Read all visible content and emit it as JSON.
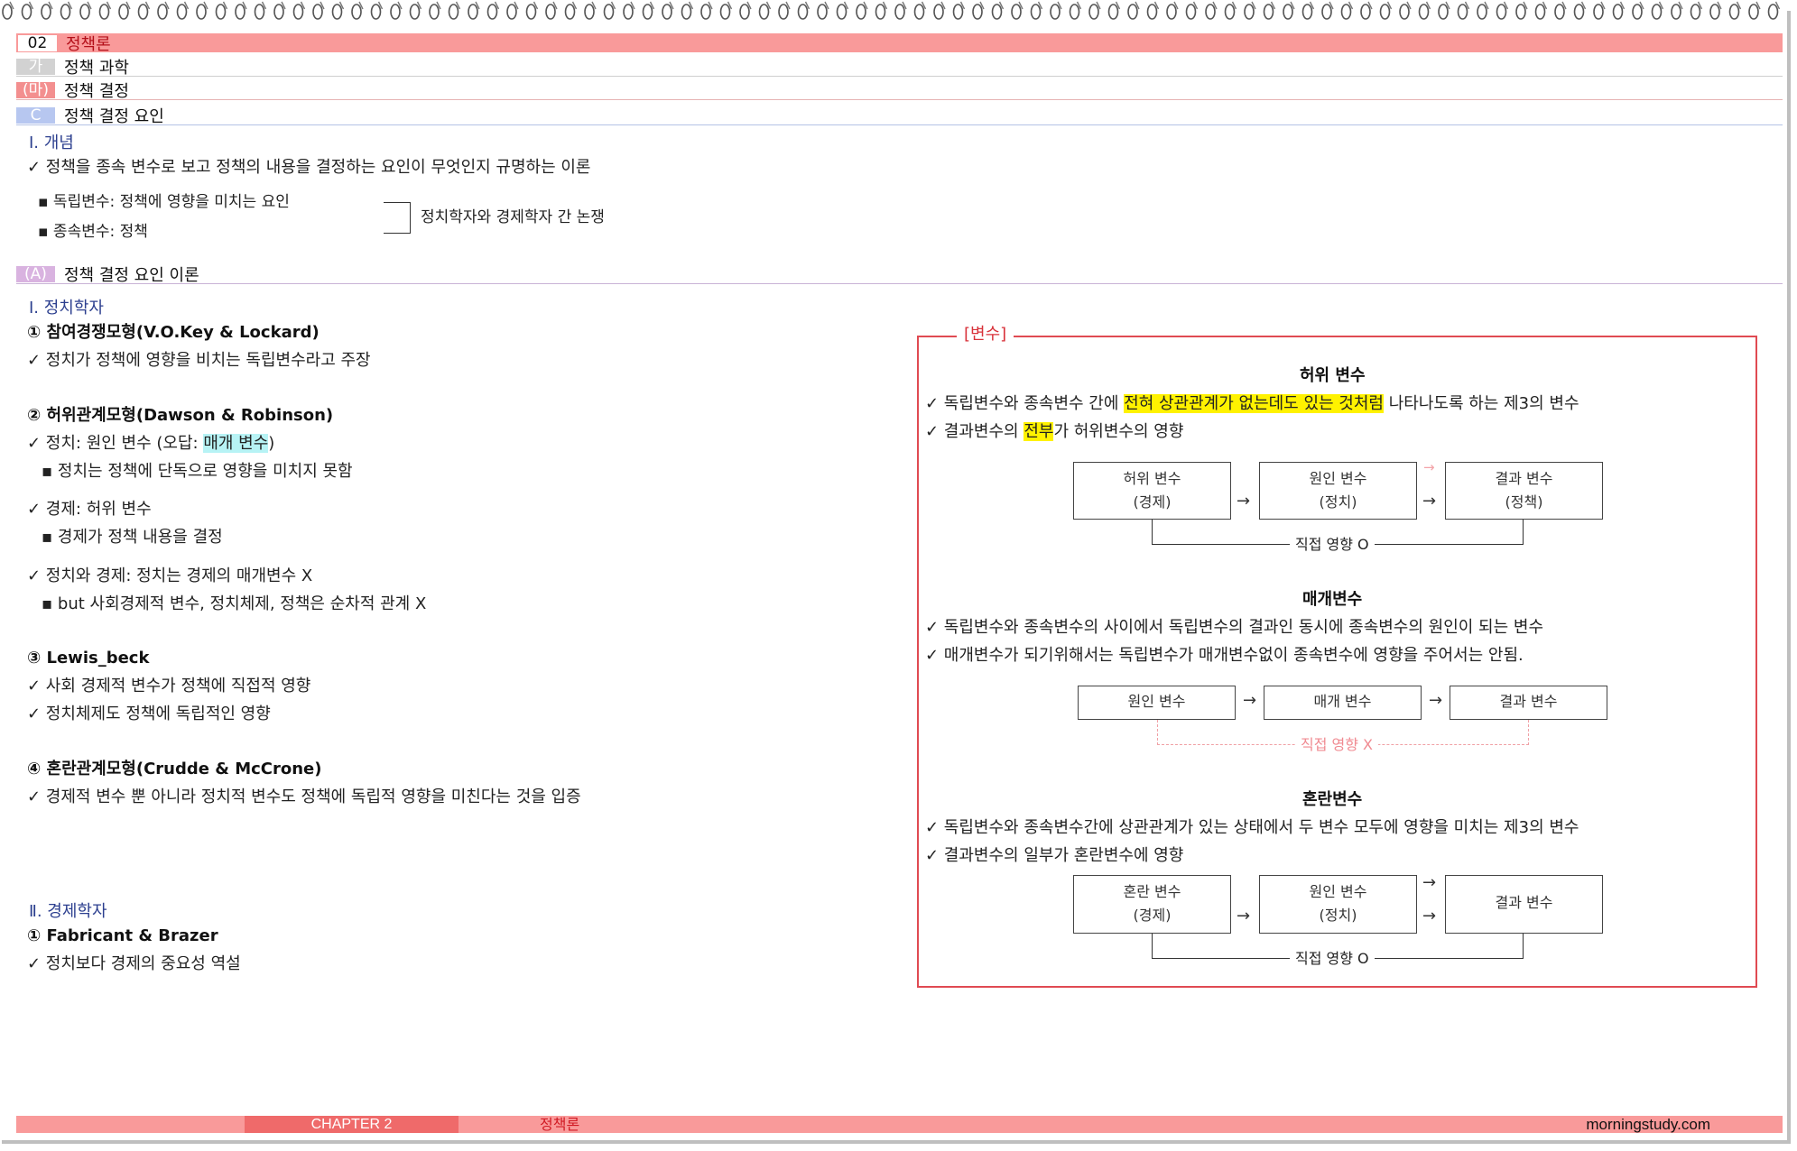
{
  "header": {
    "chapter_badge": "02",
    "chapter_title": "정책론",
    "level1_badge": "가",
    "level1_title": "정책 과학",
    "level2_badge": "(마)",
    "level2_title": "정책 결정",
    "level3_badge": "C",
    "level3_title": "정책 결정 요인",
    "level4_badge": "(A)",
    "level4_title": "정책 결정 요인 이론"
  },
  "concept": {
    "heading": "Ⅰ. 개념",
    "check1": "✓ 정책을 종속 변수로 보고 정책의 내용을 결정하는 요인이 무엇인지 규명하는 이론",
    "bullet1": "▪ 독립변수: 정책에 영향을 미치는 요인",
    "bullet2": "▪ 종속변수: 정책",
    "bracket_note": "정치학자와 경제학자 간 논쟁"
  },
  "political": {
    "heading": "Ⅰ. 정치학자",
    "m1_title": "① 참여경쟁모형(V.O.Key & Lockard)",
    "m1_c1": "✓ 정치가 정책에 영향을 비치는 독립변수라고 주장",
    "m2_title": "② 허위관계모형(Dawson & Robinson)",
    "m2_c1_pre": "✓ 정치: 원인 변수 (오답: ",
    "m2_c1_hl": "매개 변수",
    "m2_c1_post": ")",
    "m2_b1": "▪ 정치는 정책에 단독으로 영향을 미치지 못함",
    "m2_c2": "✓ 경제: 허위 변수",
    "m2_b2": "▪ 경제가 정책 내용을 결정",
    "m2_c3": "✓ 정치와 경제: 정치는 경제의 매개변수 X",
    "m2_b3": "▪ but 사회경제적 변수, 정치체제, 정책은 순차적 관계 X",
    "m3_title": "③ Lewis_beck",
    "m3_c1": "✓ 사회 경제적 변수가 정책에 직접적 영향",
    "m3_c2": "✓ 정치체제도 정책에 독립적인 영향",
    "m4_title": "④ 혼란관계모형(Crudde & McCrone)",
    "m4_c1": "✓ 경제적 변수 뿐 아니라 정치적 변수도 정책에 독립적 영향을 미친다는 것을 입증"
  },
  "economic": {
    "heading": "Ⅱ. 경제학자",
    "m1_title": "① Fabricant & Brazer",
    "m1_c1": "✓ 정치보다 경제의 중요성 역설"
  },
  "panel": {
    "label": "[변수]",
    "spurious_title": "허위 변수",
    "spurious_c1_pre": "✓ 독립변수와 종속변수 간에 ",
    "spurious_c1_hl": "전혀 상관관계가 없는데도 있는 것처럼",
    "spurious_c1_post": " 나타나도록 하는 제3의 변수",
    "spurious_c2_pre": "✓ 결과변수의 ",
    "spurious_c2_hl": "전부",
    "spurious_c2_post": "가 허위변수의 영향",
    "d1_box1_l1": "허위 변수",
    "d1_box1_l2": "(경제)",
    "d1_box2_l1": "원인 변수",
    "d1_box2_l2": "(정치)",
    "d1_box3_l1": "결과 변수",
    "d1_box3_l2": "(정책)",
    "d1_note": "직접 영향 O",
    "mediator_title": "매개변수",
    "mediator_c1": "✓ 독립변수와 종속변수의 사이에서 독립변수의 결과인 동시에 종속변수의 원인이 되는 변수",
    "mediator_c2": "✓ 매개변수가 되기위해서는 독립변수가 매개변수없이 종속변수에 영향을 주어서는 안됨.",
    "d2_box1": "원인 변수",
    "d2_box2": "매개 변수",
    "d2_box3": "결과 변수",
    "d2_note": "직접 영향 X",
    "confound_title": "혼란변수",
    "confound_c1": "✓ 독립변수와 종속변수간에 상관관계가 있는 상태에서 두 변수 모두에 영향을 미치는 제3의 변수",
    "confound_c2": "✓ 결과변수의 일부가 혼란변수에 영향",
    "d3_box1_l1": "혼란 변수",
    "d3_box1_l2": "(경제)",
    "d3_box2_l1": "원인 변수",
    "d3_box2_l2": "(정치)",
    "d3_box3": "결과 변수",
    "d3_note": "직접 영향 O"
  },
  "footer": {
    "chapter": "CHAPTER 2",
    "title": "정책론",
    "site": "morningstudy.com"
  }
}
